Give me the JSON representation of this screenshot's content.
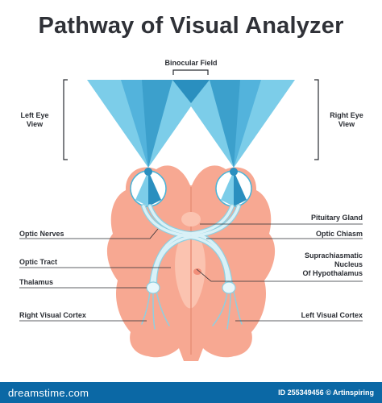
{
  "title": "Pathway of Visual Analyzer",
  "labels": {
    "binocular_field": "Binocular Field",
    "left_eye_view": "Left Eye\nView",
    "right_eye_view": "Right Eye\nView",
    "optic_nerves": "Optic Nerves",
    "optic_tract": "Optic Tract",
    "thalamus": "Thalamus",
    "right_visual_cortex": "Right Visual Cortex",
    "pituitary_gland": "Pituitary Gland",
    "optic_chiasm": "Optic Chiasm",
    "suprachiasmatic": "Suprachiasmatic\nNucleus\nOf Hypothalamus",
    "left_visual_cortex": "Left Visual Cortex"
  },
  "footer": {
    "brand": "dreamstime.com",
    "id_text": "ID 255349456 © Artinspiring"
  },
  "colors": {
    "brain": "#f7a892",
    "brain_inner": "#fbc3b0",
    "nerve": "#d9f1f7",
    "nerve_outline": "#8fcfe0",
    "cone_light": "#7ccde9",
    "cone_dark": "#2a8fbf",
    "eye_outline": "#4ab4d8",
    "footer": "#0b68a5"
  }
}
